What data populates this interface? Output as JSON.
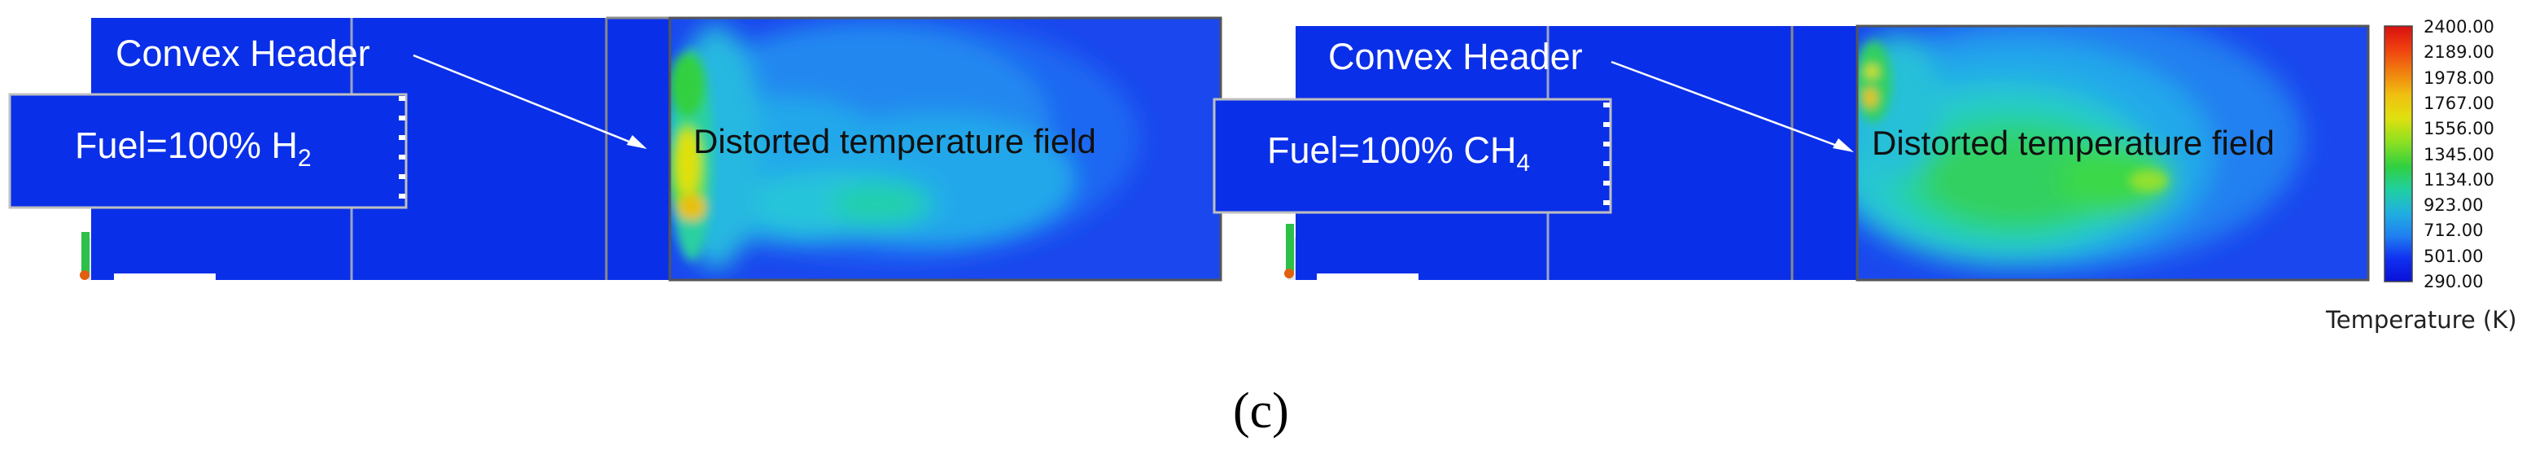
{
  "panels": [
    {
      "fuel_text": "Fuel=100% H",
      "fuel_subscript": "2",
      "header_label": "Convex Header",
      "field_label": "Distorted temperature field"
    },
    {
      "fuel_text": "Fuel=100% CH",
      "fuel_subscript": "4",
      "header_label": "Convex Header",
      "field_label": "Distorted temperature field"
    }
  ],
  "colorbar": {
    "ticks": [
      "2400.00",
      "2189.00",
      "1978.00",
      "1767.00",
      "1556.00",
      "1345.00",
      "1134.00",
      "923.00",
      "712.00",
      "501.00",
      "290.00"
    ],
    "title": "Temperature (K)",
    "colors": [
      "#d81010",
      "#f04010",
      "#f08010",
      "#f0c010",
      "#e0e010",
      "#90e020",
      "#30d040",
      "#20d0a0",
      "#20b0e0",
      "#2080f0",
      "#1030f0",
      "#0a10d8"
    ]
  },
  "caption": "(c)",
  "colors": {
    "domain_blue": "#0a2fe8",
    "frame": "#666666"
  }
}
